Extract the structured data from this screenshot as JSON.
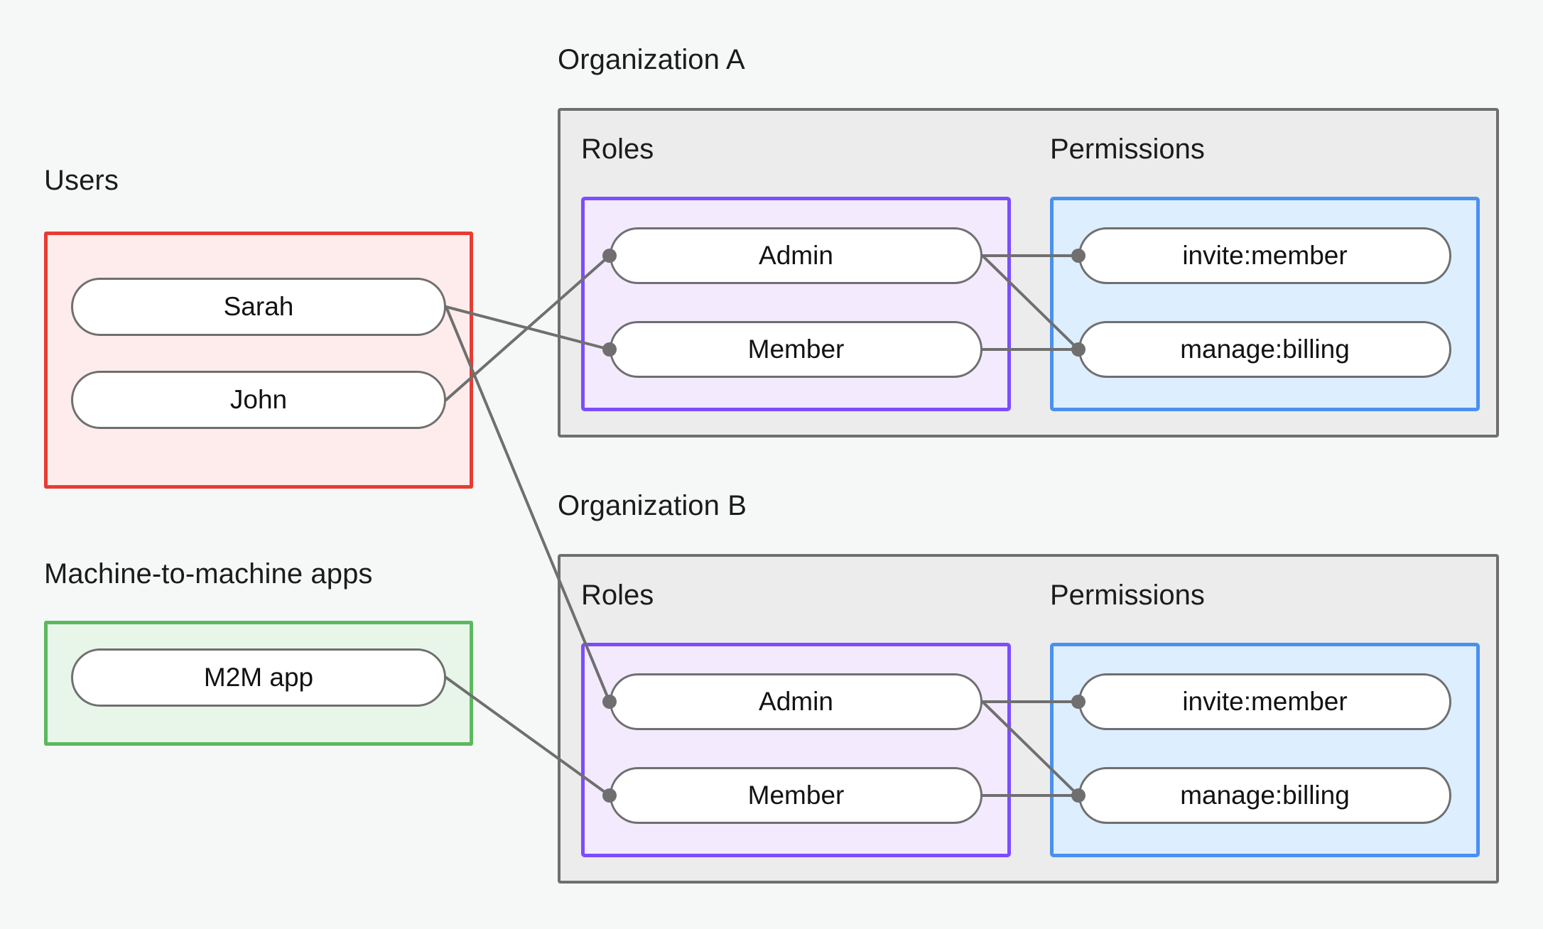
{
  "diagram": {
    "title_left_users": "Users",
    "title_left_m2m": "Machine-to-machine apps",
    "org_a_title": "Organization A",
    "org_b_title": "Organization B",
    "roles_label": "Roles",
    "permissions_label": "Permissions"
  },
  "colors": {
    "background": "#f6f8f7",
    "users_border": "#e93b32",
    "users_fill": "#fdeceb",
    "m2m_border": "#5cb85f",
    "m2m_fill": "#e8f6e9",
    "org_border": "#6f6f6f",
    "org_fill": "#ececec",
    "roles_border": "#7c4dff",
    "roles_fill": "#f3eafe",
    "permissions_border": "#4a90f0",
    "permissions_fill": "#ddeeff",
    "node_border": "#6f6f6f",
    "node_fill": "#ffffff",
    "edge": "#6f6f6f",
    "text": "#121212"
  },
  "users": {
    "label": "Users",
    "nodes": [
      {
        "id": "sarah",
        "label": "Sarah"
      },
      {
        "id": "john",
        "label": "John"
      }
    ]
  },
  "m2m": {
    "label": "Machine-to-machine apps",
    "nodes": [
      {
        "id": "m2m-app",
        "label": "M2M app"
      }
    ]
  },
  "organizations": [
    {
      "id": "org-a",
      "title": "Organization A",
      "roles_label": "Roles",
      "permissions_label": "Permissions",
      "roles": [
        {
          "id": "org-a-admin",
          "label": "Admin"
        },
        {
          "id": "org-a-member",
          "label": "Member"
        }
      ],
      "permissions": [
        {
          "id": "org-a-invite-member",
          "label": "invite:member"
        },
        {
          "id": "org-a-manage-billing",
          "label": "manage:billing"
        }
      ]
    },
    {
      "id": "org-b",
      "title": "Organization B",
      "roles_label": "Roles",
      "permissions_label": "Permissions",
      "roles": [
        {
          "id": "org-b-admin",
          "label": "Admin"
        },
        {
          "id": "org-b-member",
          "label": "Member"
        }
      ],
      "permissions": [
        {
          "id": "org-b-invite-member",
          "label": "invite:member"
        },
        {
          "id": "org-b-manage-billing",
          "label": "manage:billing"
        }
      ]
    }
  ],
  "edges": [
    {
      "from": "sarah",
      "to": "org-a-member"
    },
    {
      "from": "sarah",
      "to": "org-b-admin"
    },
    {
      "from": "john",
      "to": "org-a-admin"
    },
    {
      "from": "m2m-app",
      "to": "org-b-member"
    },
    {
      "from": "org-a-admin",
      "to": "org-a-invite-member"
    },
    {
      "from": "org-a-admin",
      "to": "org-a-manage-billing"
    },
    {
      "from": "org-a-member",
      "to": "org-a-manage-billing"
    },
    {
      "from": "org-b-admin",
      "to": "org-b-invite-member"
    },
    {
      "from": "org-b-admin",
      "to": "org-b-manage-billing"
    },
    {
      "from": "org-b-member",
      "to": "org-b-manage-billing"
    }
  ]
}
